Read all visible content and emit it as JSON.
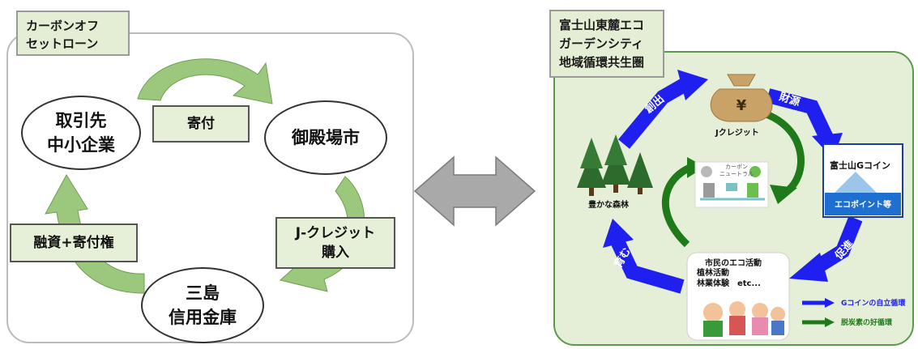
{
  "left": {
    "title": "カーボンオフ\nセットローン",
    "nodes": {
      "partners": "取引先\n中小企業",
      "city": "御殿場市",
      "bank": "三島\n信用金庫"
    },
    "flows": {
      "donation": "寄付",
      "jcredit_purchase": "J-クレジット\n購入",
      "financing": "融資+寄付権"
    }
  },
  "right": {
    "title": "富士山東麓エコ\nガーデンシティ\n地域循環共生圏",
    "jcredit": "Jクレジット",
    "forest": "豊かな森林",
    "coin_brand": "富士山Gコイン",
    "eco_points": "エコポイント等",
    "citizens_title": "市民のエコ活動",
    "citizens_activities": "植林活動\n林業体験　etc...",
    "center_image": "カーボン\nニュートラル",
    "arrow_labels": {
      "create": "創出",
      "funding": "財源",
      "promote": "促進",
      "nurture": "育む"
    },
    "legend": {
      "blue": "Gコインの自立循環",
      "green": "脱炭素の好循環"
    },
    "colors": {
      "blue": "#1f1ff0",
      "green": "#1f7a1a"
    }
  }
}
